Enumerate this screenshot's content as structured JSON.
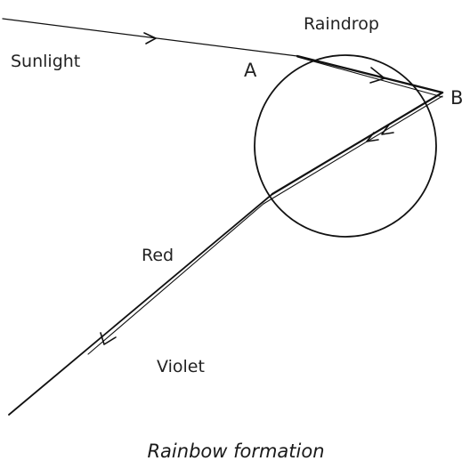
{
  "labels": {
    "sunlight": "Sunlight",
    "raindrop": "Raindrop",
    "point_a": "A",
    "point_b": "B",
    "red": "Red",
    "violet": "Violet"
  },
  "caption": "Rainbow formation",
  "colors": {
    "ink": "#111111",
    "background": "#ffffff"
  }
}
